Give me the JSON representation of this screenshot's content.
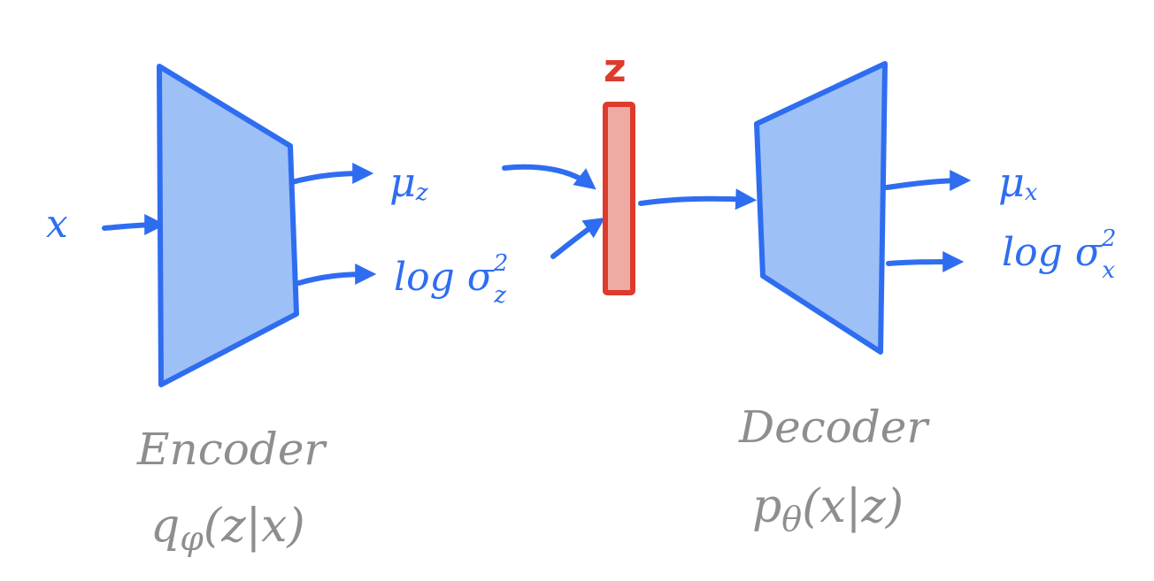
{
  "labels": {
    "input": "x",
    "encoder_mu": "μ",
    "encoder_mu_sub": "z",
    "encoder_logvar": "log σ",
    "encoder_logvar_sup": "2",
    "encoder_logvar_sub": "z",
    "latent": "z",
    "decoder_mu": "μ",
    "decoder_mu_sub": "x",
    "decoder_logvar": "log σ",
    "decoder_logvar_sup": "2",
    "decoder_logvar_sub": "x"
  },
  "encoder": {
    "title": "Encoder",
    "formula_prefix": "q",
    "formula_sub": "φ",
    "formula_args": "(z|x)"
  },
  "decoder": {
    "title": "Decoder",
    "formula_prefix": "p",
    "formula_sub": "θ",
    "formula_args": "(x|z)"
  },
  "colors": {
    "network_fill": "#9dc0f7",
    "network_stroke": "#2f6df0",
    "latent_fill": "#eeaaa3",
    "latent_stroke": "#dd3b2c",
    "caption": "#8e8e8e"
  }
}
